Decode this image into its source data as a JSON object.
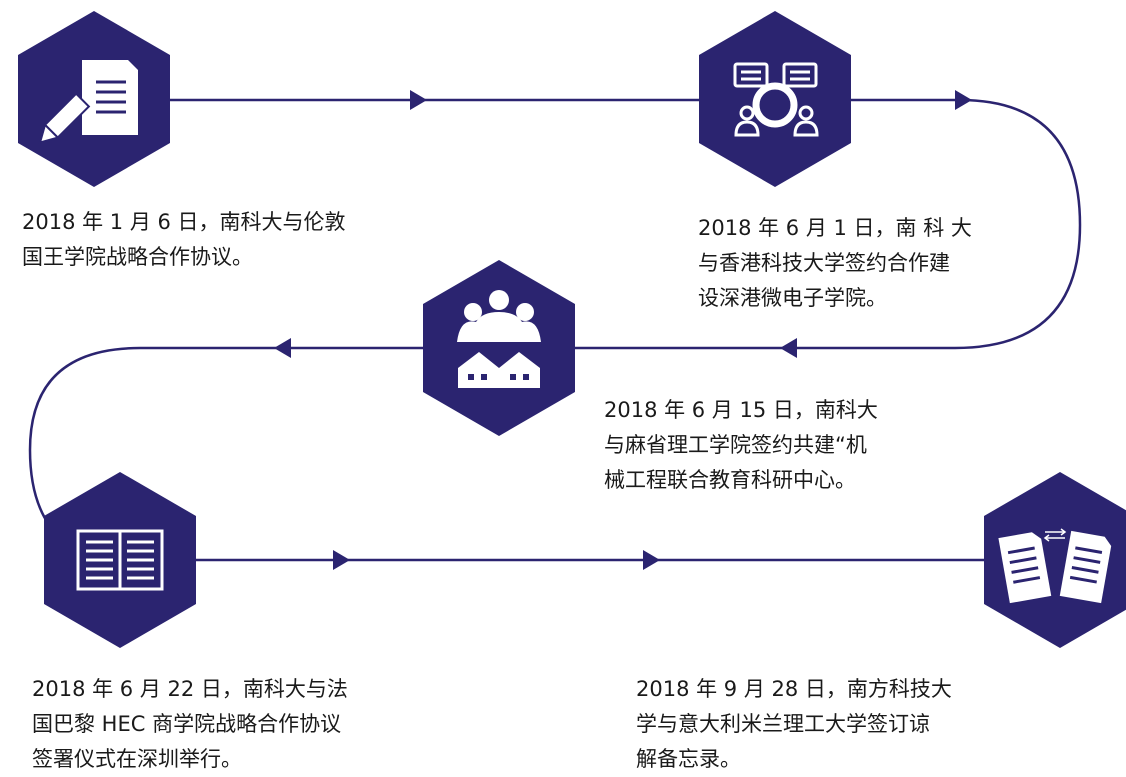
{
  "theme": {
    "accent": "#2b2470",
    "line": "#2b2470",
    "text": "#1a1a1a",
    "background": "#ffffff"
  },
  "milestones": [
    {
      "icon": "document-pencil-icon",
      "lines": [
        "2018 年 1 月 6 日，南科大与伦敦",
        "国王学院战略合作协议。"
      ]
    },
    {
      "icon": "discussion-icon",
      "lines": [
        "2018 年 6 月 1 日，南 科 大",
        "与香港科技大学签约合作建",
        "设深港微电子学院。"
      ]
    },
    {
      "icon": "community-houses-icon",
      "lines": [
        "2018 年 6 月 15 日，南科大",
        "与麻省理工学院签约共建“机",
        "械工程联合教育科研中心。"
      ]
    },
    {
      "icon": "open-book-icon",
      "lines": [
        "2018 年 6 月 22 日，南科大与法",
        "国巴黎 HEC 商学院战略合作协议",
        "签署仪式在深圳举行。"
      ]
    },
    {
      "icon": "document-exchange-icon",
      "lines": [
        "2018 年 9 月 28 日，南方科技大",
        "学与意大利米兰理工大学签订谅",
        "解备忘录。"
      ]
    }
  ]
}
